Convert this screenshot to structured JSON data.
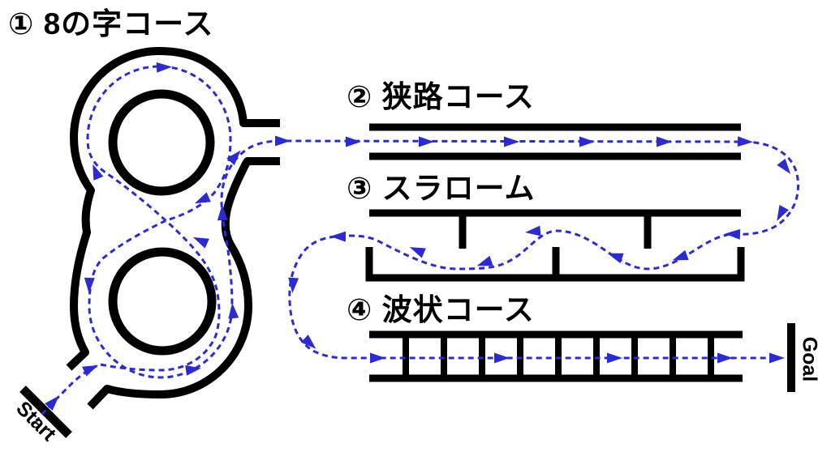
{
  "canvas": {
    "background": "#ffffff"
  },
  "colors": {
    "course_lines": "#000000",
    "route_path": "#2b2bd3"
  },
  "courses": [
    {
      "label": "① 8の字コース"
    },
    {
      "label": "② 狭路コース"
    },
    {
      "label": "③ スラローム"
    },
    {
      "label": "④ 波状コース"
    }
  ],
  "markers": {
    "start": "Start",
    "goal": "Goal"
  }
}
